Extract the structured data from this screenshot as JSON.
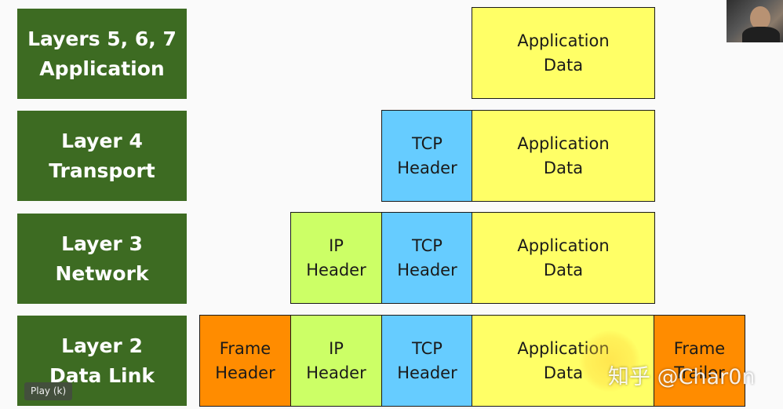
{
  "layers": [
    {
      "line1": "Layers 5, 6, 7",
      "line2": "Application"
    },
    {
      "line1": "Layer 4",
      "line2": "Transport"
    },
    {
      "line1": "Layer 3",
      "line2": "Network"
    },
    {
      "line1": "Layer 2",
      "line2": "Data Link"
    }
  ],
  "boxes": {
    "app": {
      "line1": "Application",
      "line2": "Data"
    },
    "tcp": {
      "line1": "TCP",
      "line2": "Header"
    },
    "ip": {
      "line1": "IP",
      "line2": "Header"
    },
    "frame_header": {
      "line1": "Frame",
      "line2": "Header"
    },
    "frame_trailer": {
      "line1": "Frame",
      "line2": "Trailer"
    }
  },
  "colors": {
    "layer_label_bg": "#3d6b22",
    "app_bg": "#ffff66",
    "tcp_bg": "#66ccff",
    "ip_bg": "#ccff66",
    "frame_bg": "#ff8c00"
  },
  "player": {
    "play_label": "Play (k)"
  },
  "watermark": {
    "text": "知乎 @Char0n"
  }
}
